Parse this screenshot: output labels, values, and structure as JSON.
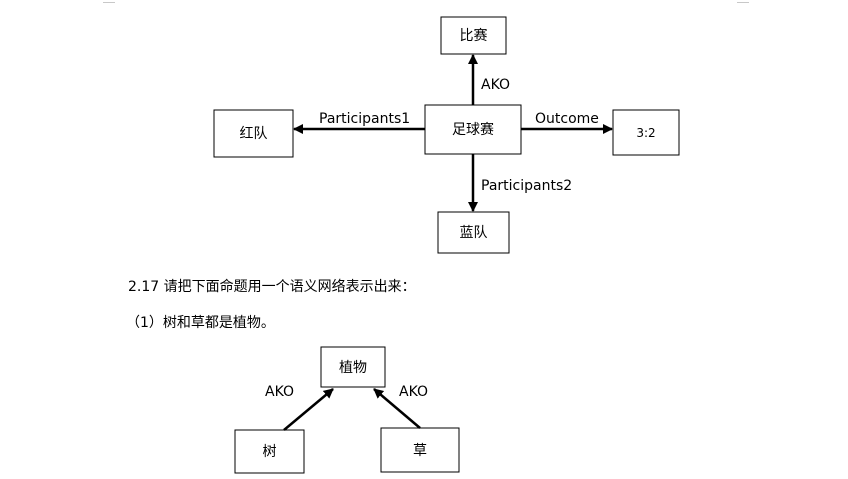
{
  "diagram1": {
    "nodes": {
      "center": "足球赛",
      "top": "比赛",
      "left": "红队",
      "right": "3:2",
      "bottom": "蓝队"
    },
    "edges": {
      "to_top": "AKO",
      "to_left": "Participants1",
      "to_right": "Outcome",
      "to_bottom": "Participants2"
    }
  },
  "question": {
    "title": "2.17  请把下面命题用一个语义网络表示出来：",
    "item1": "（1）树和草都是植物。"
  },
  "diagram2": {
    "nodes": {
      "top": "植物",
      "left": "树",
      "right": "草"
    },
    "edges": {
      "left_to_top": "AKO",
      "right_to_top": "AKO"
    }
  },
  "colors": {
    "line": "#000000",
    "background": "#ffffff"
  }
}
